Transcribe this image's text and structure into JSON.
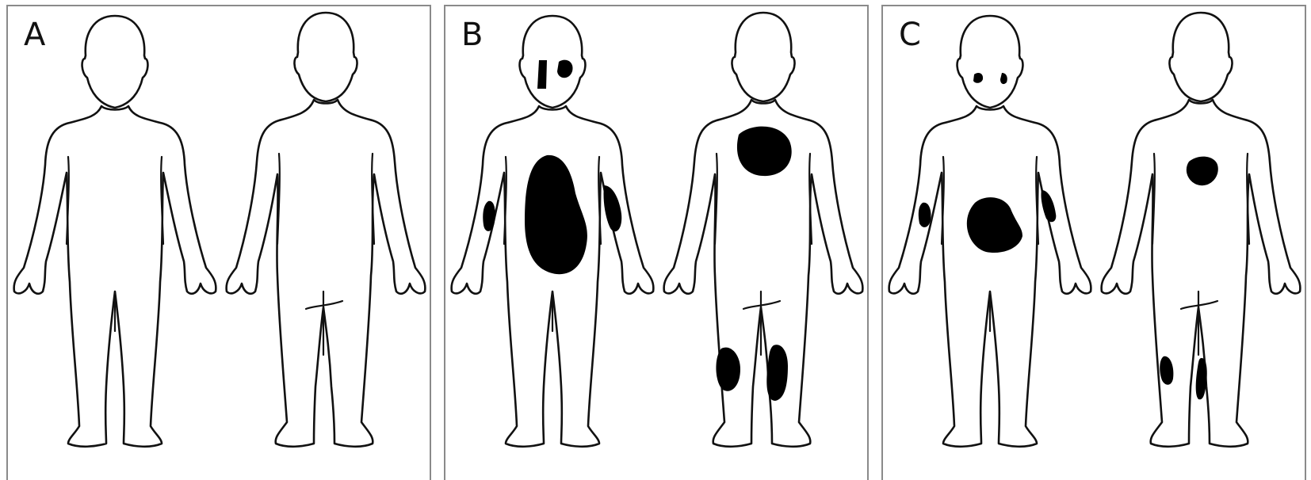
{
  "panels": [
    {
      "label": "A"
    },
    {
      "label": "B"
    },
    {
      "label": "C"
    }
  ],
  "colors": {
    "outline": "#111111",
    "lesion": "#000000",
    "border": "#8a8a8a"
  }
}
